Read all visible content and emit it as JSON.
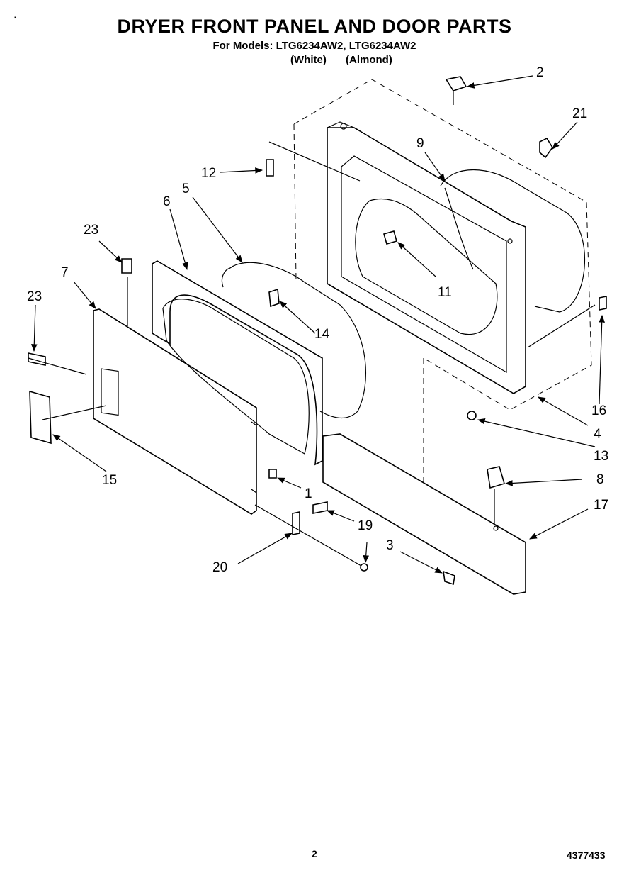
{
  "header": {
    "title": "DRYER FRONT PANEL AND DOOR PARTS",
    "subtitle": "For Models: LTG6234AW2, LTG6234AW2",
    "variant_white": "(White)",
    "variant_almond": "(Almond)"
  },
  "footer": {
    "page_number": "2",
    "document_number": "4377433"
  },
  "callouts": {
    "c1": "1",
    "c2": "2",
    "c3": "3",
    "c4": "4",
    "c5": "5",
    "c6": "6",
    "c7": "7",
    "c8": "8",
    "c9": "9",
    "c11": "11",
    "c12": "12",
    "c13": "13",
    "c14": "14",
    "c15": "15",
    "c16": "16",
    "c17": "17",
    "c19": "19",
    "c20": "20",
    "c21": "21",
    "c23a": "23",
    "c23b": "23"
  }
}
